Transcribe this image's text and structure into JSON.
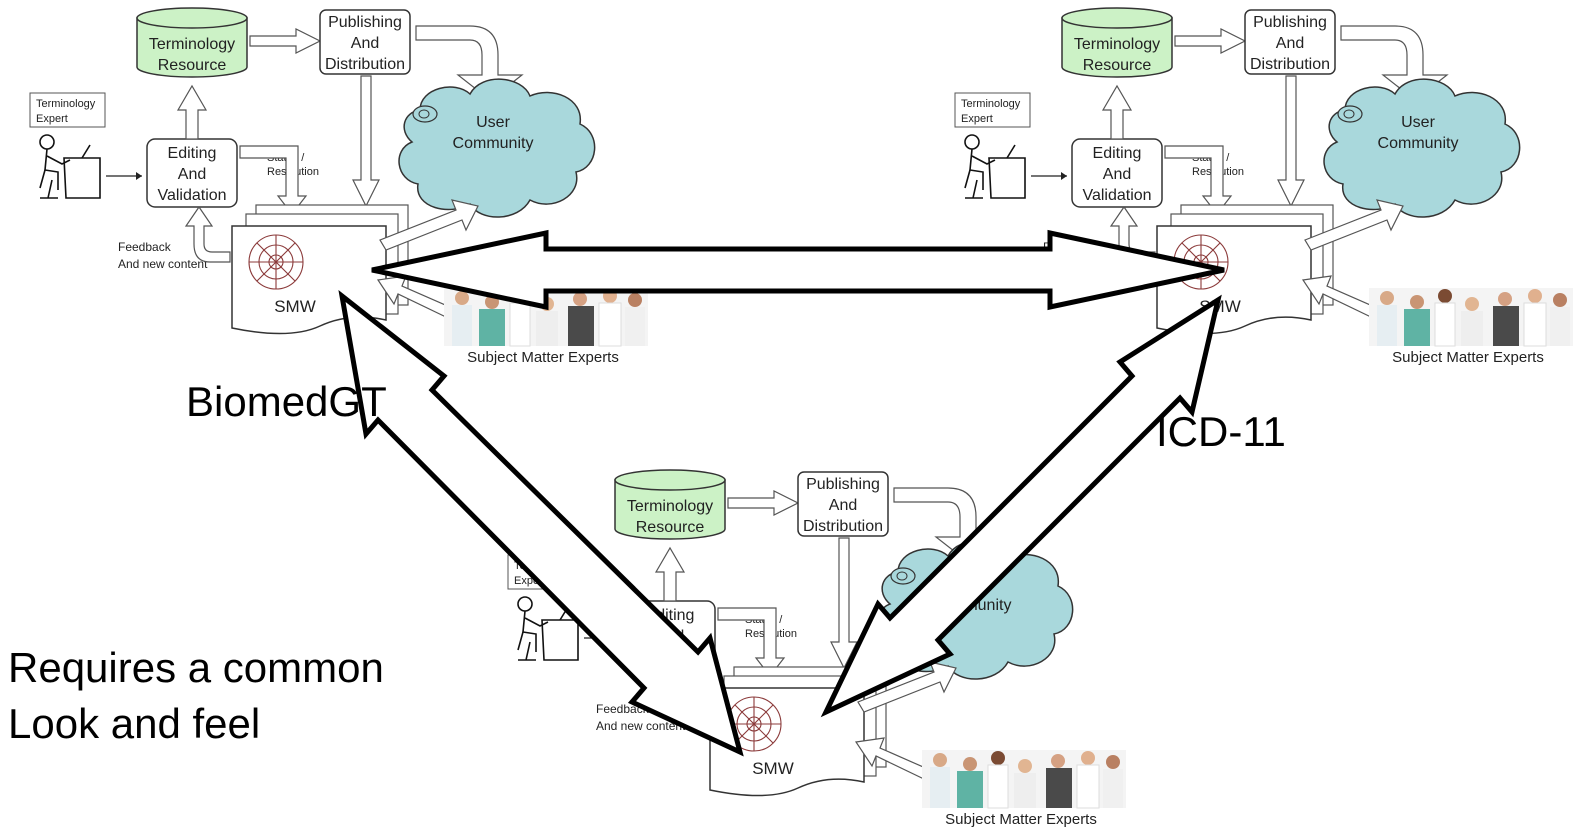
{
  "workflow": {
    "terminology_resource": [
      "Terminology",
      "Resource"
    ],
    "publishing": [
      "Publishing",
      "And",
      "Distribution"
    ],
    "editing": [
      "Editing",
      "And",
      "Validation"
    ],
    "terminology_expert": [
      "Terminology",
      "Expert"
    ],
    "status": [
      "Status /",
      "Resolution"
    ],
    "feedback": [
      "Feedback",
      "And new content"
    ],
    "user_community": [
      "User",
      "Community"
    ],
    "smw": "SMW",
    "sme": "Subject Matter Experts"
  },
  "labels": {
    "biomedgt": "BiomedGT",
    "icd": "ICD-11",
    "caption_line1": "Requires a common",
    "caption_line2": "Look and feel"
  },
  "colors": {
    "terminology_fill": "#ccf2c6",
    "cloud_fill": "#a9d8dc",
    "arrow_stroke": "#000000"
  }
}
